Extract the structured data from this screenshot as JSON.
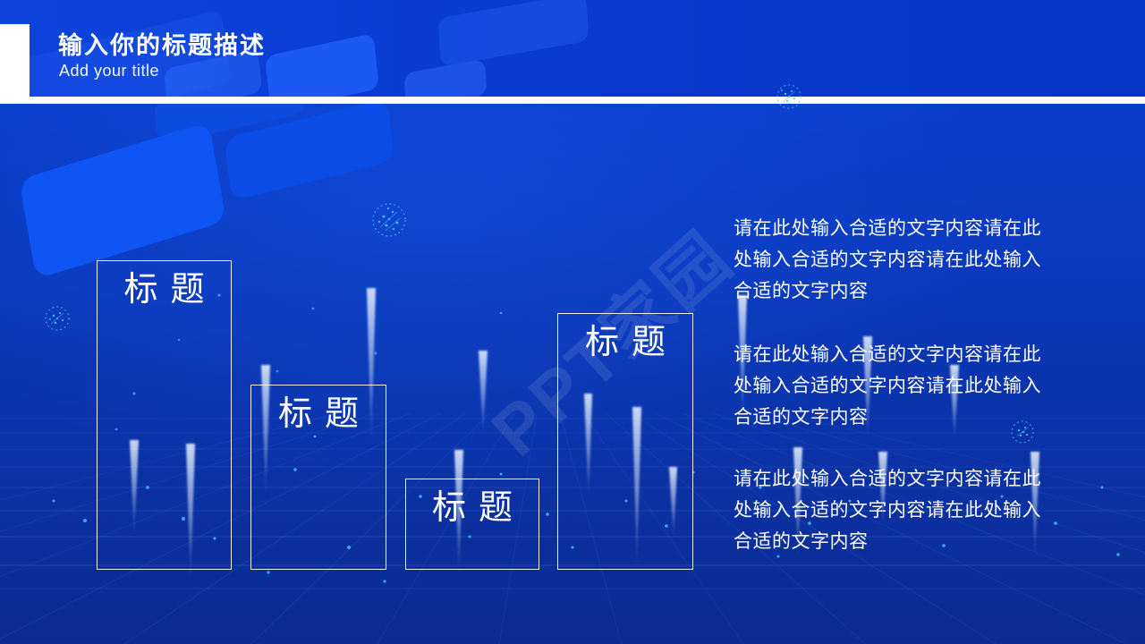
{
  "slide": {
    "header": {
      "title": "输入你的标题描述",
      "subtitle": "Add your title"
    },
    "title_boxes": [
      {
        "label": "标题"
      },
      {
        "label": "标题"
      },
      {
        "label": "标题"
      },
      {
        "label": "标题"
      }
    ],
    "paragraphs": [
      "请在此处输入合适的文字内容请在此处输入合适的文字内容请在此处输入合适的文字内容",
      "请在此处输入合适的文字内容请在此处输入合适的文字内容请在此处输入合适的文字内容",
      "请在此处输入合适的文字内容请在此处输入合适的文字内容请在此处输入合适的文字内容"
    ],
    "watermark": "PPT家园",
    "colors": {
      "header_gradient_left": "#0d43dc",
      "header_gradient_right": "#0536c6",
      "body_top": "#0a41d4",
      "body_bottom": "#0a2c92",
      "tile_blue": "#0e55f4",
      "particle_cyan": "#38c6f6",
      "box_border_white": "#ffffff",
      "text_white": "#ffffff"
    }
  }
}
